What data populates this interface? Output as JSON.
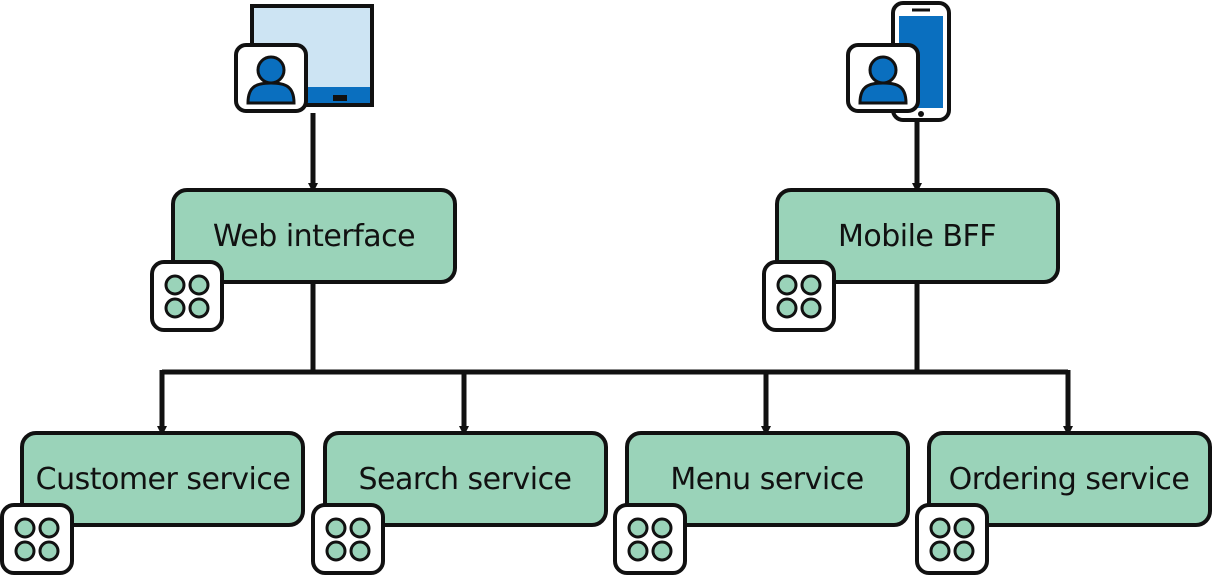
{
  "colors": {
    "box_fill": "#9ad3b9",
    "stroke": "#111111",
    "screen_fill": "#cde4f3",
    "accent_blue": "#0a6fbf",
    "icon_bg": "#ffffff"
  },
  "clients": [
    {
      "device": "desktop-monitor",
      "icon": "user-icon"
    },
    {
      "device": "mobile-phone",
      "icon": "user-icon"
    }
  ],
  "gateways": [
    {
      "label": "Web interface",
      "icon": "microservice-icon"
    },
    {
      "label": "Mobile BFF",
      "icon": "microservice-icon"
    }
  ],
  "services": [
    {
      "label": "Customer service",
      "icon": "microservice-icon"
    },
    {
      "label": "Search service",
      "icon": "microservice-icon"
    },
    {
      "label": "Menu service",
      "icon": "microservice-icon"
    },
    {
      "label": "Ordering service",
      "icon": "microservice-icon"
    }
  ]
}
